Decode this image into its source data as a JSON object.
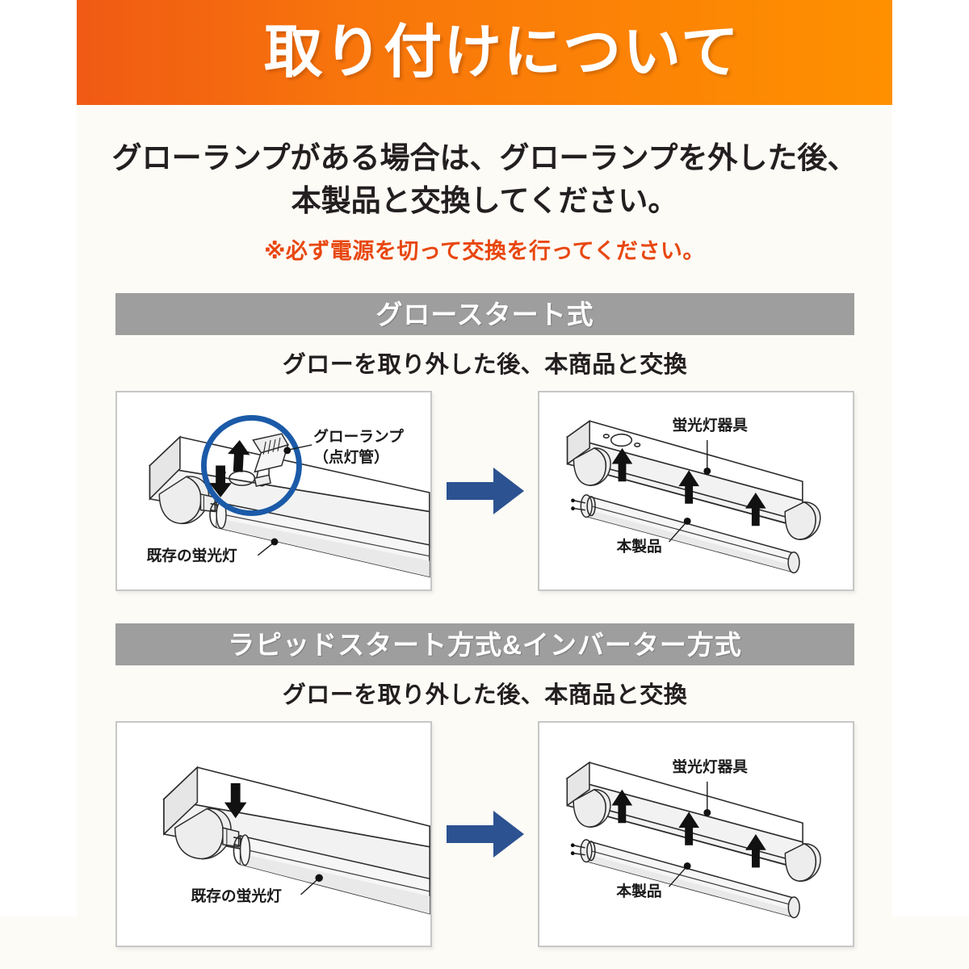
{
  "banner": {
    "title": "取り付けについて",
    "gradient_from": "#f05a14",
    "gradient_to": "#ff9000"
  },
  "intro": {
    "line1": "グローランプがある場合は、グローランプを外した後、",
    "line2": "本製品と交換してください。",
    "note": "※必ず電源を切って交換を行ってください。",
    "note_color": "#e8470f"
  },
  "sections": [
    {
      "bar_label": "グロースタート式",
      "bar_color": "#9e9e9e",
      "subtitle": "グローを取り外した後、本商品と交換",
      "arrow_color": "#2c5291",
      "before": {
        "highlight_color": "#1b5aa8",
        "labels": {
          "glow_lamp_line1": "グローランプ",
          "glow_lamp_line2": "（点灯管）",
          "existing_tube": "既存の蛍光灯"
        }
      },
      "after": {
        "labels": {
          "fixture": "蛍光灯器具",
          "product": "本製品"
        }
      }
    },
    {
      "bar_label": "ラピッドスタート方式&インバーター方式",
      "bar_color": "#9e9e9e",
      "subtitle": "グローを取り外した後、本商品と交換",
      "arrow_color": "#2c5291",
      "before": {
        "labels": {
          "existing_tube": "既存の蛍光灯"
        }
      },
      "after": {
        "labels": {
          "fixture": "蛍光灯器具",
          "product": "本製品"
        }
      }
    }
  ]
}
